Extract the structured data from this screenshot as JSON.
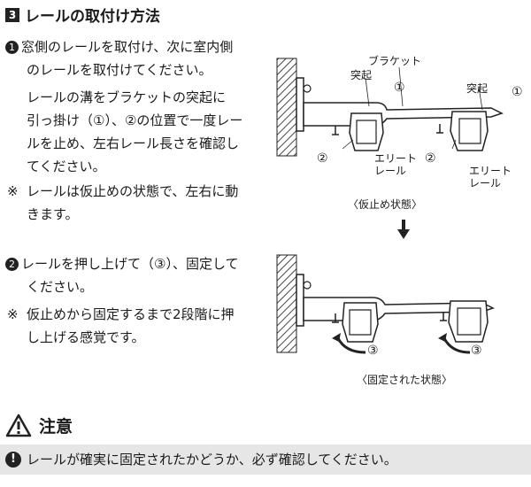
{
  "section": {
    "number": "3",
    "title": "レールの取付け方法"
  },
  "steps": [
    {
      "number": "1",
      "lines": [
        "窓側のレールを取付け、次に室内側",
        "のレールを取付けてください。"
      ],
      "sub_lines": [
        "レールの溝をブラケットの突起に",
        "引っ掛け（①）、②の位置で一度レー",
        "ルを止め、左右レール長さを確認し",
        "てください。"
      ],
      "note_mark": "※",
      "note_lines": [
        "レールは仮止めの状態で、左右に動",
        "きます。"
      ]
    },
    {
      "number": "2",
      "lines": [
        "レールを押し上げて（③）、固定して",
        "ください。"
      ],
      "note_mark": "※",
      "note_lines": [
        "仮止めから固定するまで2段階に押",
        "し上げる感覚です。"
      ]
    }
  ],
  "diagram1": {
    "label_bracket": "ブラケット",
    "label_protrusion_left": "突起",
    "label_protrusion_right": "突起",
    "label_1_left": "①",
    "label_1_right": "①",
    "label_2_left": "②",
    "label_2_right": "②",
    "label_elite_rail_left_1": "エリート",
    "label_elite_rail_left_2": "レール",
    "label_elite_rail_right_1": "エリート",
    "label_elite_rail_right_2": "レール",
    "caption": "〈仮止め状態〉"
  },
  "diagram2": {
    "label_3_left": "③",
    "label_3_right": "③",
    "caption": "〈固定された状態〉"
  },
  "caution": {
    "title": "注意",
    "text": "レールが確実に固定されたかどうか、必ず確認してください。"
  }
}
